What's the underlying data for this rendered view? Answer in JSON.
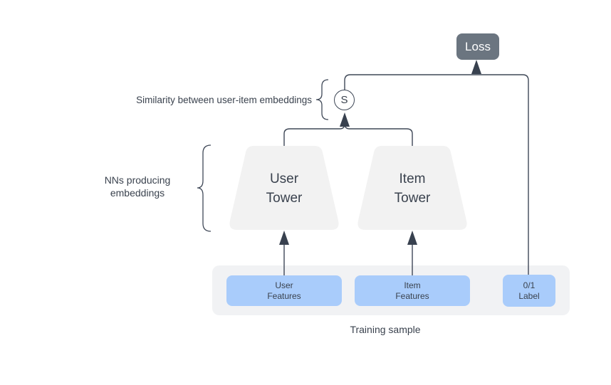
{
  "colors": {
    "line": "#3f4857",
    "arrow": "#38414f",
    "loss_fill": "#6b7580",
    "loss_text": "#ffffff",
    "feature_fill": "#a9ccfb",
    "tower_fill": "#f2f2f2",
    "container_fill": "#f1f2f4",
    "text_dark": "#3a424e"
  },
  "annotations": {
    "similarity": "Similarity between user-item embeddings",
    "nn_line1": "NNs producing",
    "nn_line2": "embeddings"
  },
  "nodes": {
    "loss": {
      "label": "Loss"
    },
    "similarity": {
      "label": "S"
    },
    "user_tower": {
      "line1": "User",
      "line2": "Tower"
    },
    "item_tower": {
      "line1": "Item",
      "line2": "Tower"
    }
  },
  "training_sample": {
    "caption": "Training sample",
    "user_features": {
      "line1": "User",
      "line2": "Features"
    },
    "item_features": {
      "line1": "Item",
      "line2": "Features"
    },
    "label": {
      "line1": "0/1",
      "line2": "Label"
    }
  }
}
